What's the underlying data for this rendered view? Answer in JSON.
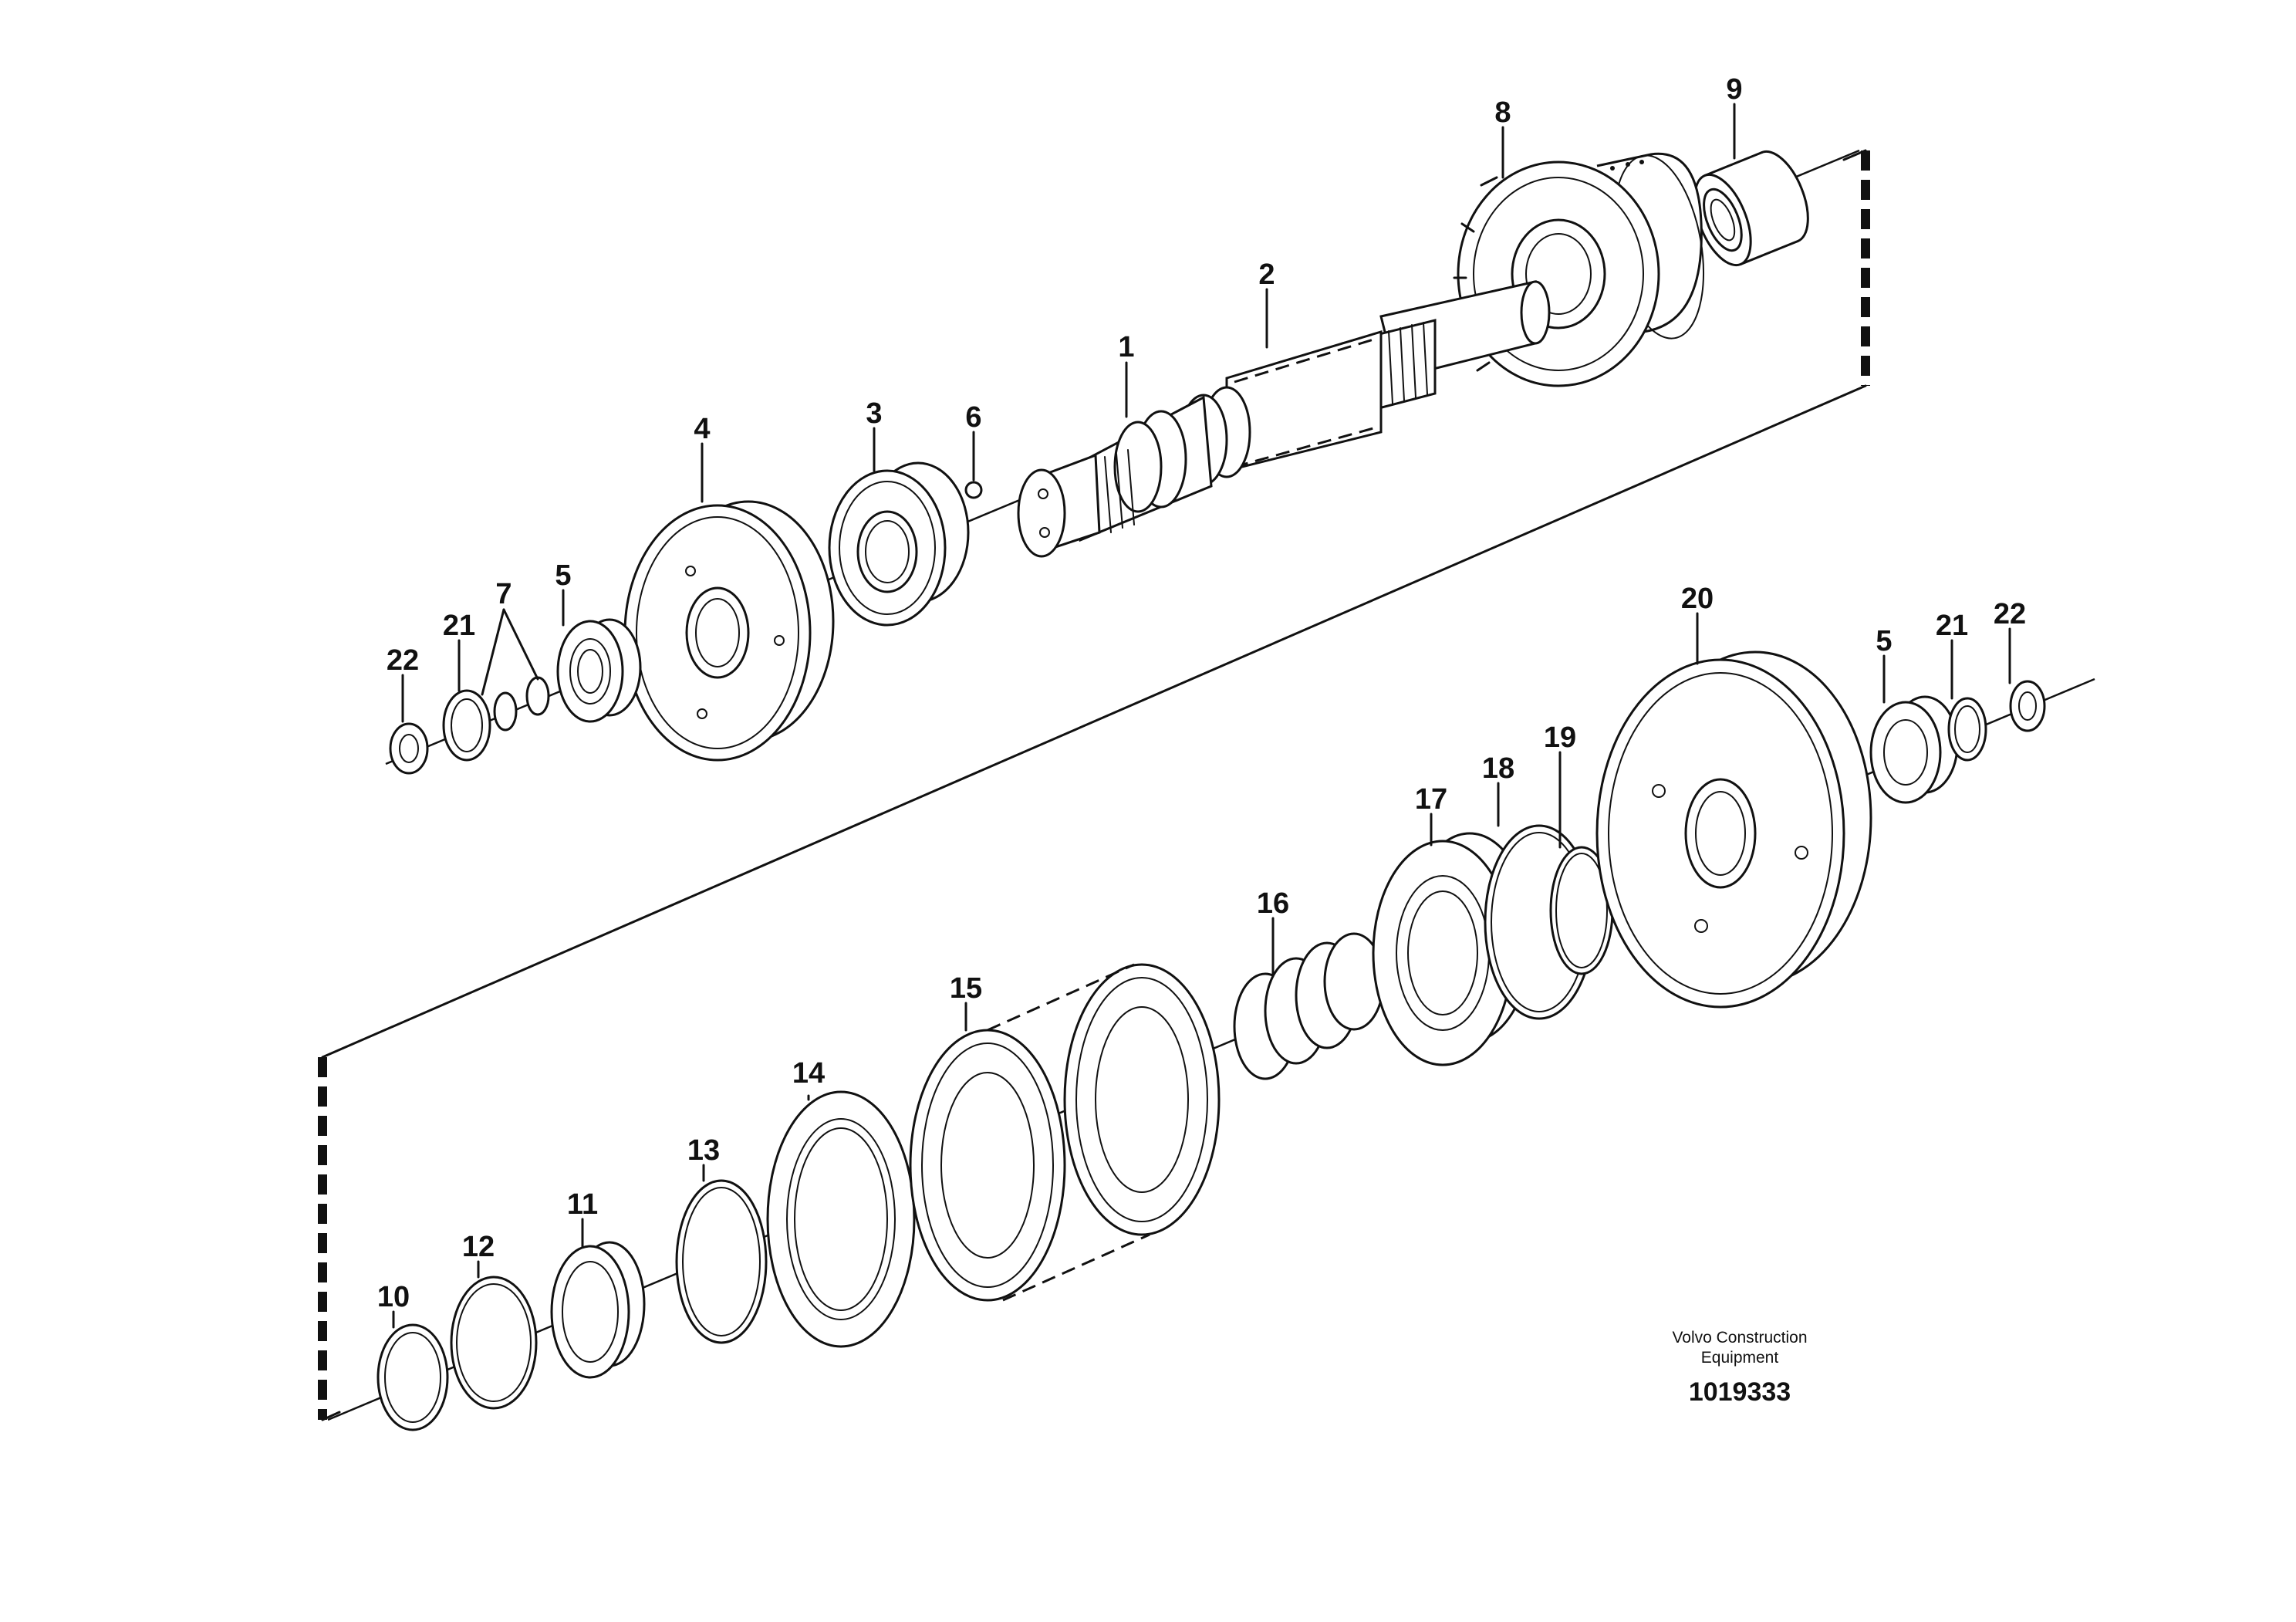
{
  "diagram": {
    "callouts": [
      {
        "id": "1",
        "label": "1"
      },
      {
        "id": "2",
        "label": "2"
      },
      {
        "id": "3",
        "label": "3"
      },
      {
        "id": "4",
        "label": "4"
      },
      {
        "id": "5a",
        "label": "5"
      },
      {
        "id": "6",
        "label": "6"
      },
      {
        "id": "7",
        "label": "7"
      },
      {
        "id": "8",
        "label": "8"
      },
      {
        "id": "9",
        "label": "9"
      },
      {
        "id": "10",
        "label": "10"
      },
      {
        "id": "11",
        "label": "11"
      },
      {
        "id": "12",
        "label": "12"
      },
      {
        "id": "13",
        "label": "13"
      },
      {
        "id": "14",
        "label": "14"
      },
      {
        "id": "15",
        "label": "15"
      },
      {
        "id": "16",
        "label": "16"
      },
      {
        "id": "17",
        "label": "17"
      },
      {
        "id": "18",
        "label": "18"
      },
      {
        "id": "19",
        "label": "19"
      },
      {
        "id": "20",
        "label": "20"
      },
      {
        "id": "21a",
        "label": "21"
      },
      {
        "id": "22a",
        "label": "22"
      },
      {
        "id": "5b",
        "label": "5"
      },
      {
        "id": "21b",
        "label": "21"
      },
      {
        "id": "22b",
        "label": "22"
      }
    ],
    "credit": {
      "line1": "Volvo Construction",
      "line2": "Equipment",
      "doc_number": "1019333"
    },
    "icons": [
      "gear",
      "bearing",
      "shaft",
      "snap-ring",
      "spring",
      "clutch-disc",
      "lock-nut"
    ]
  }
}
